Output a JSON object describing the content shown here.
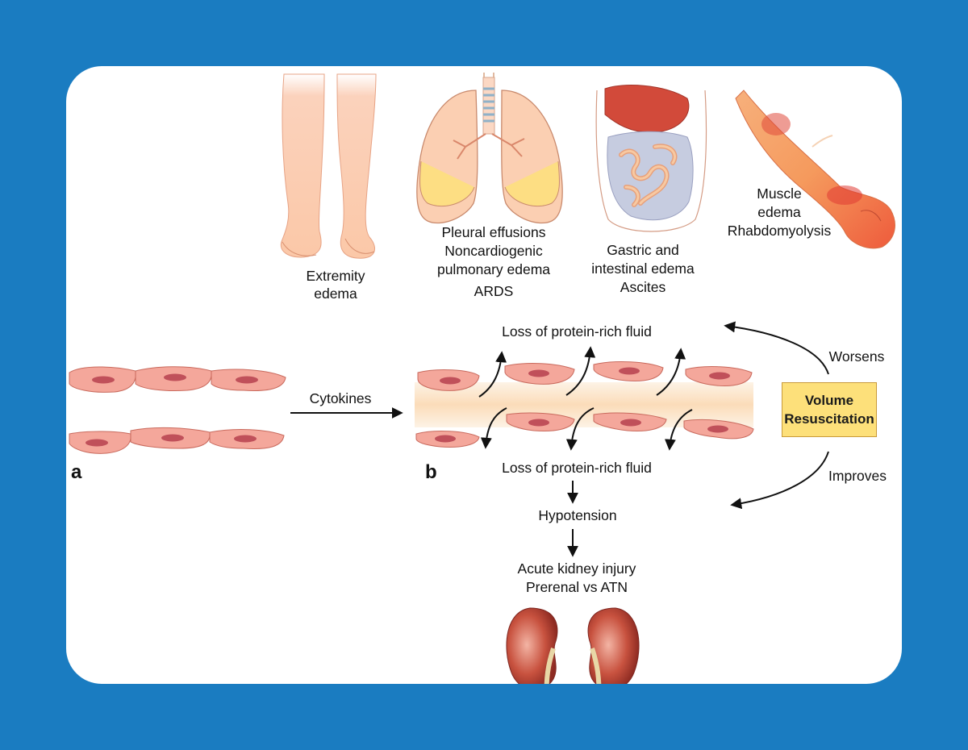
{
  "organs": {
    "legs": [
      "Extremity",
      "edema"
    ],
    "lungs": [
      "Pleural effusions",
      "Noncardiogenic",
      "pulmonary edema",
      "ARDS"
    ],
    "gut": [
      "Gastric and",
      "intestinal edema",
      "Ascites"
    ],
    "muscle": [
      "Muscle",
      "edema",
      "Rhabdomyolysis"
    ]
  },
  "panel_a": {
    "letter": "a",
    "arrow_label": "Cytokines"
  },
  "panel_b": {
    "letter": "b",
    "loss_top": "Loss of protein-rich fluid",
    "loss_bottom": "Loss of protein-rich fluid",
    "hypotension": "Hypotension",
    "aki": [
      "Acute kidney injury",
      "Prerenal vs ATN"
    ]
  },
  "volume_box": {
    "lines": [
      "Volume",
      "Resuscitation"
    ],
    "fill": "#fde07a"
  },
  "worsens": "Worsens",
  "improves": "Improves",
  "colors": {
    "background": "#1a7cc1",
    "cell": "#f4a79b",
    "nucleus": "#c0505a",
    "kidney": "#b33a2e"
  }
}
